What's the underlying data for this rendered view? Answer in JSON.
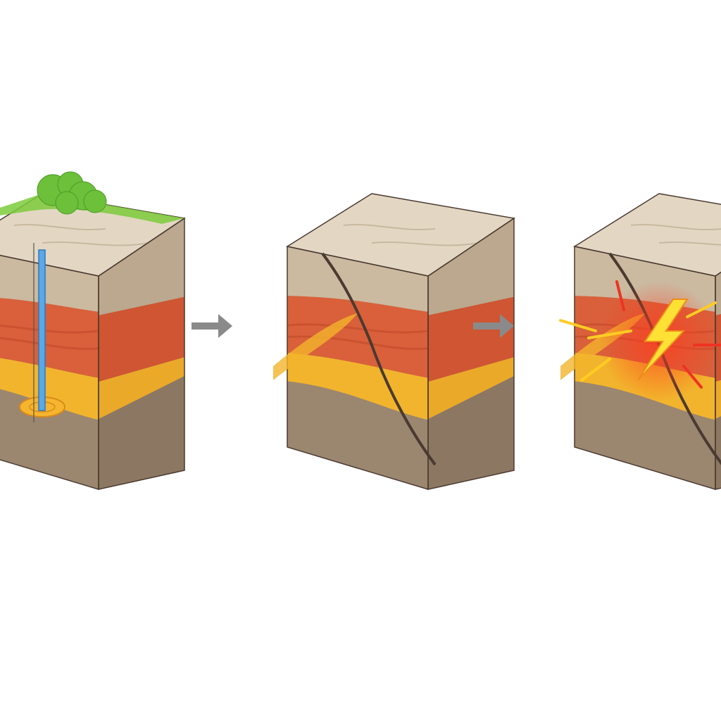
{
  "diagram": {
    "panels": [
      {
        "id": "injection",
        "features": [
          "vegetation",
          "well-pipe",
          "fluid-pool"
        ]
      },
      {
        "id": "fault-slip",
        "features": [
          "fault-crack",
          "fluid-migration"
        ]
      },
      {
        "id": "earthquake",
        "features": [
          "fault-crack",
          "rupture-burst"
        ]
      }
    ],
    "arrows": 2,
    "colors": {
      "top_surface": "#e3d7c4",
      "beige_layer": "#cbb9a0",
      "red_layer": "#d9603a",
      "yellow_layer": "#f2b42c",
      "brown_layer": "#9b8670",
      "grass": "#7ccb3c",
      "pipe": "#5aa8e8",
      "burst_red": "#ee3322",
      "burst_yellow": "#ffe135",
      "arrow": "#8a8a8a",
      "outline": "#4a3a30"
    }
  }
}
